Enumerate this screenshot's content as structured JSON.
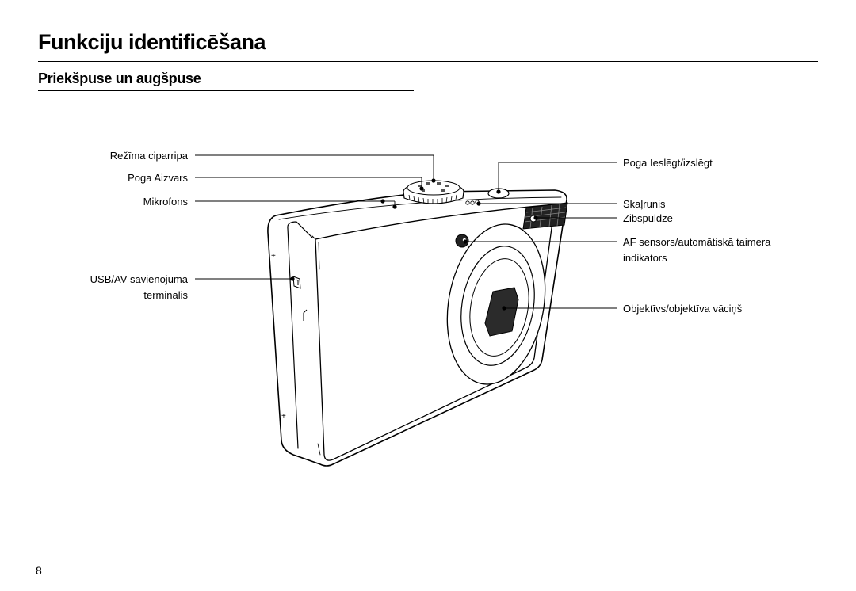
{
  "page": {
    "title": "Funkciju identificēšana",
    "subtitle": "Priekšpuse un augšpuse",
    "page_number": "8"
  },
  "labels": {
    "mode_dial": "Režīma ciparripa",
    "shutter_button": "Poga Aizvars",
    "microphone": "Mikrofons",
    "usb_av_line1": "USB/AV savienojuma",
    "usb_av_line2": "terminālis",
    "power_button": "Poga Ieslēgt/izslēgt",
    "speaker": "Skaļrunis",
    "flash": "Zibspuldze",
    "af_sensor_line1": "AF sensors/automātiskā taimera",
    "af_sensor_line2": "indikators",
    "lens": "Objektīvs/objektīva vāciņš"
  }
}
